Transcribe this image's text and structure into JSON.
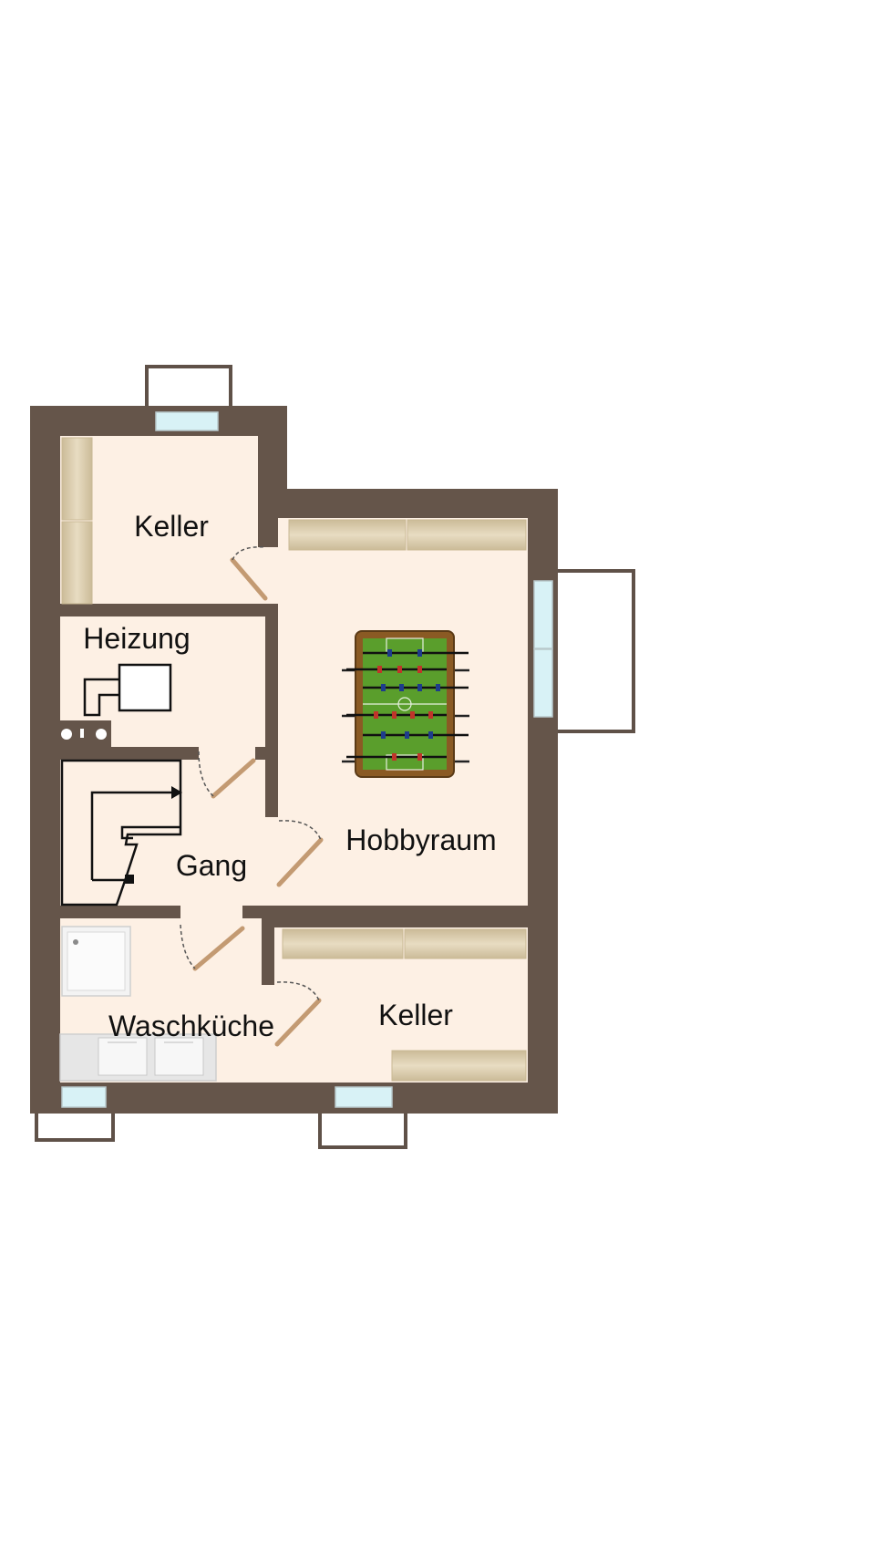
{
  "colors": {
    "wall": "#65554a",
    "floor": "#fdf0e4",
    "outline": "#5f5148",
    "window": "#d8f2f6",
    "shelf": "#d8c9a8",
    "door": "#c39a72",
    "foosball_field": "#5a9e2c",
    "foosball_frame": "#8a5a24"
  },
  "rooms": [
    {
      "id": "keller-top",
      "label": "Keller"
    },
    {
      "id": "heizung",
      "label": "Heizung"
    },
    {
      "id": "gang",
      "label": "Gang"
    },
    {
      "id": "waschkueche",
      "label": "Waschküche"
    },
    {
      "id": "hobbyraum",
      "label": "Hobbyraum"
    },
    {
      "id": "keller-bottom",
      "label": "Keller"
    }
  ],
  "icons": [
    "foosball-table-icon",
    "boiler-icon",
    "staircase-icon",
    "shower-tray-icon",
    "washing-machine-icon",
    "shelf-icon",
    "door-icon",
    "window-icon",
    "light-well-icon"
  ]
}
